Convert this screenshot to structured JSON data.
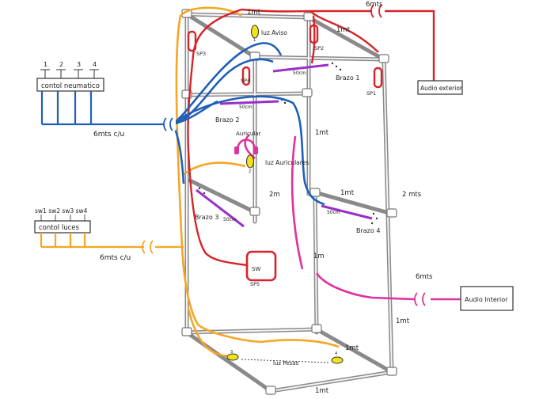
{
  "neumatic": {
    "numbers": [
      "1",
      "2",
      "3",
      "4"
    ],
    "label": "contol neumatico",
    "cable": "6mts c/u"
  },
  "luces": {
    "switches": "sw1 sw2 sw3 sw4",
    "label": "contol luces",
    "cable": "6mts c/u"
  },
  "top": {
    "dim_top": "1mt",
    "dim_top_right": "6mts",
    "luz_aviso": "luz Aviso",
    "luz_aviso_num": "1",
    "audio_exterior": "Audio exterior"
  },
  "speakers": {
    "sp1": "SP1",
    "sp2": "SP2",
    "sp3": "SP3",
    "sp4": "SP4",
    "sp5": "SP5",
    "sw": "SW"
  },
  "arms": {
    "brazo1": "Brazo 1",
    "brazo2": "Brazo 2",
    "brazo3": "Brazo 3",
    "brazo4": "Brazo 4",
    "arm_size": "50cm"
  },
  "middle": {
    "auricular": "Auricular",
    "luz_auricular": "luz Auriculares",
    "luz_auricular_num": "2",
    "dim_2m": "2m",
    "dim_1mt_mid": "1mt",
    "dim_1mt_right": "1mt",
    "dim_2mts": "2 mts"
  },
  "lower": {
    "dim_1m": "1m",
    "audio_interior": "Audio Interior",
    "cable_6mts": "6mts",
    "dim_1mt_low": "1mt",
    "dim_1mt_base": "1mt",
    "dim_1mt_bottom": "1mt",
    "luz_pesas": "luz Pesas",
    "pesas_left_num": "3",
    "pesas_right_num": "4"
  },
  "colors": {
    "orange": "#f5a623",
    "red": "#d8232a",
    "blue": "#1f5fb8",
    "magenta": "#e0329e",
    "purple": "#9b2fc9",
    "yellow": "#f3e21a"
  }
}
